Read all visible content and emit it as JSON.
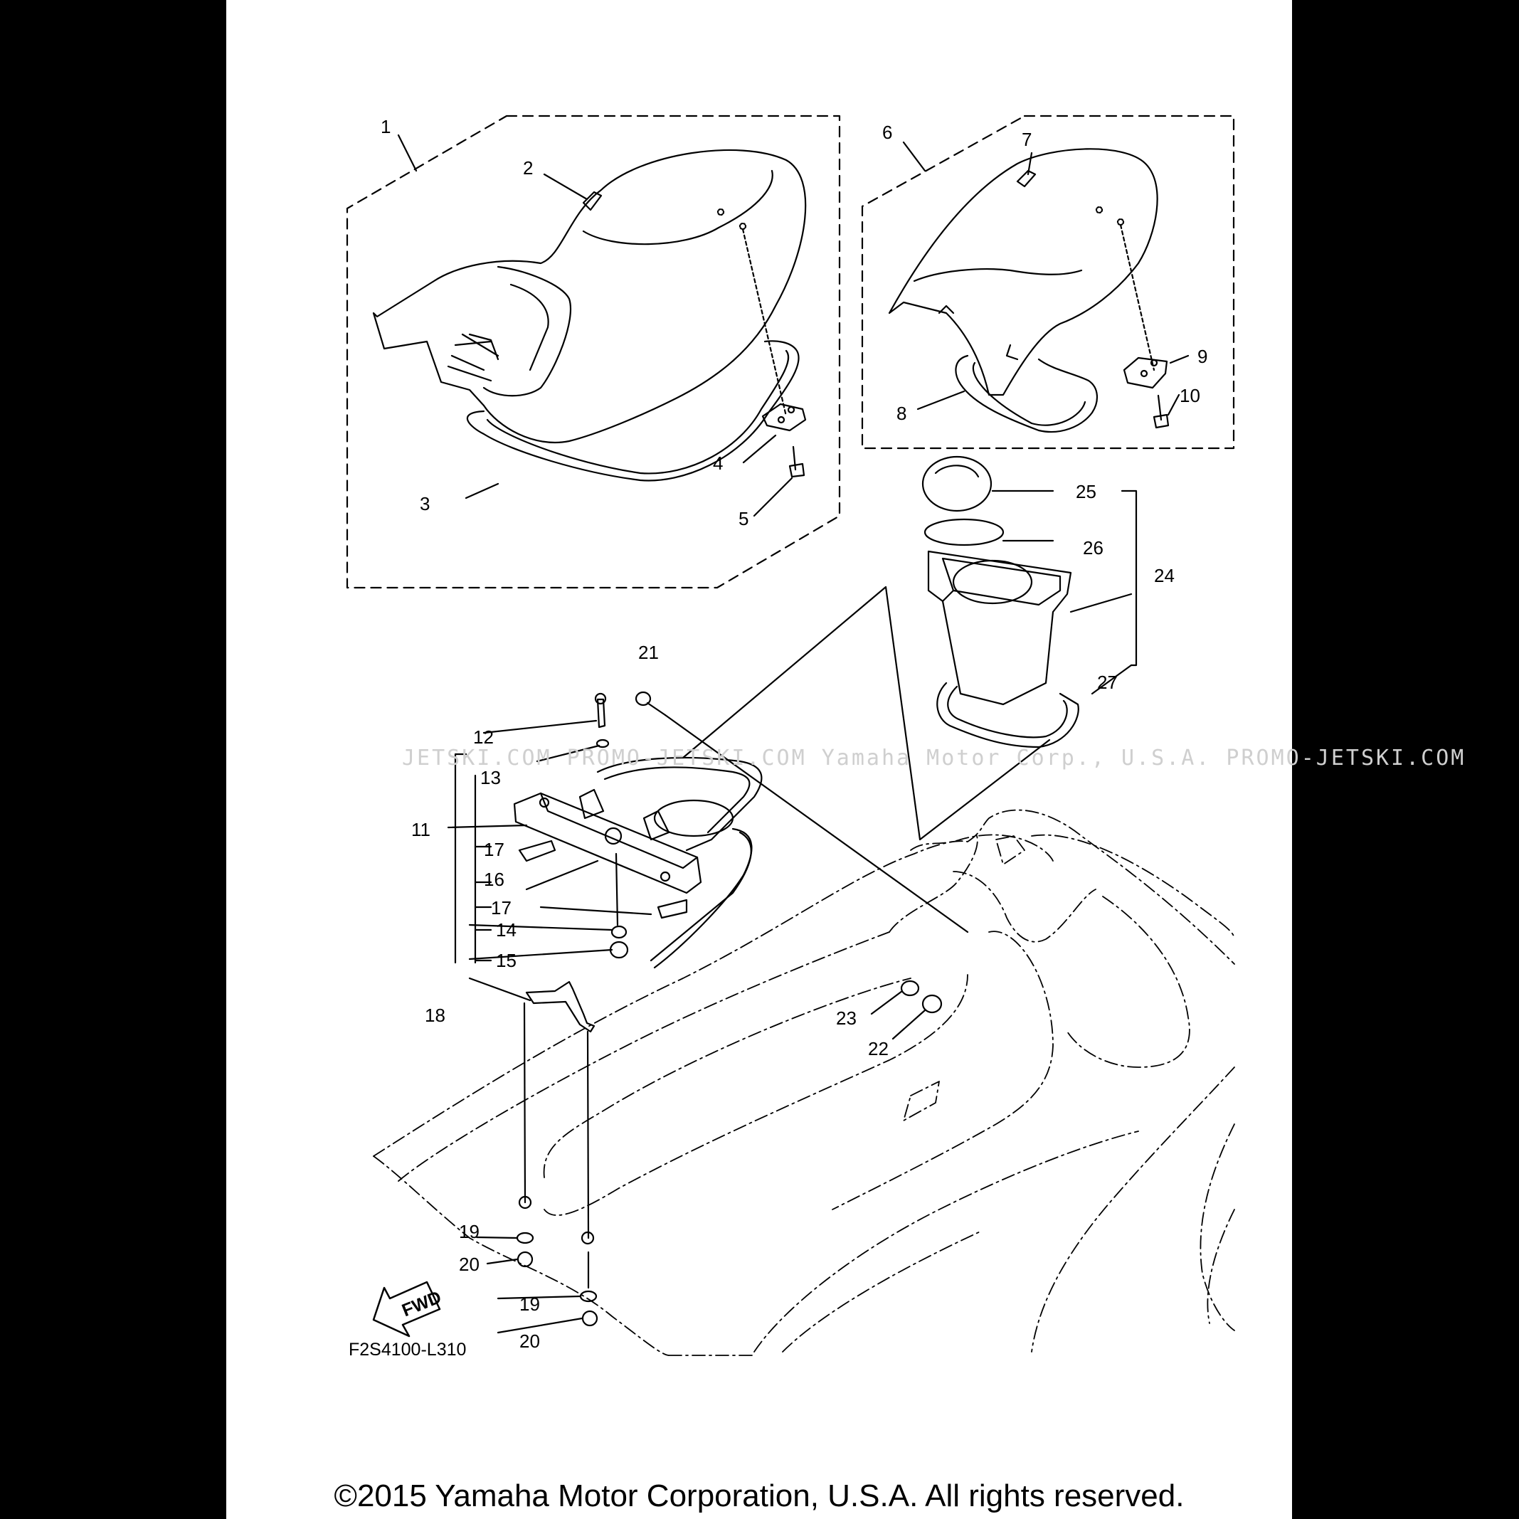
{
  "diagram_code": "F2S4100-L310",
  "fwd_label": "FWD",
  "copyright": "©2015 Yamaha Motor Corporation, U.S.A. All rights reserved.",
  "watermark": "JETSKI.COM   PROMO-JETSKI.COM   Yamaha Motor Corp., U.S.A.   PROMO-JETSKI.COM",
  "callouts": [
    "1",
    "2",
    "3",
    "4",
    "5",
    "6",
    "7",
    "8",
    "9",
    "10",
    "11",
    "12",
    "13",
    "14",
    "15",
    "16",
    "17",
    "17",
    "18",
    "19",
    "19",
    "20",
    "20",
    "21",
    "22",
    "23",
    "24",
    "25",
    "26",
    "27"
  ]
}
